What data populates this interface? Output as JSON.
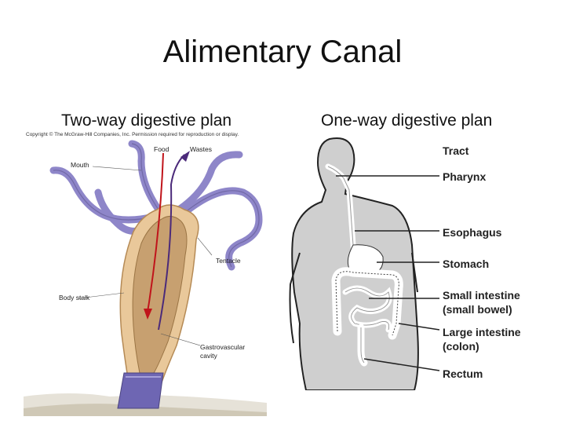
{
  "slide": {
    "title": "Alimentary Canal",
    "left_subtitle": "Two-way digestive plan",
    "right_subtitle": "One-way digestive plan"
  },
  "hydra_figure": {
    "copyright": "Copyright © The McGraw-Hill Companies, Inc. Permission required for reproduction or display.",
    "labels": {
      "food": "Food",
      "wastes": "Wastes",
      "mouth": "Mouth",
      "tentacle": "Tentacle",
      "body_stalk": "Body stalk",
      "gastro_line1": "Gastrovascular",
      "gastro_line2": "cavity"
    }
  },
  "human_figure": {
    "labels": {
      "tract": "Tract",
      "pharynx": "Pharynx",
      "esophagus": "Esophagus",
      "stomach": "Stomach",
      "small_line1": "Small intestine",
      "small_line2": "(small bowel)",
      "large_line1": "Large intestine",
      "large_line2": "(colon)",
      "rectum": "Rectum"
    }
  },
  "colors": {
    "tentacle": "#8e86c9",
    "hydra_wall": "#d7a871",
    "hydra_cavity": "#c7a070",
    "arrow_red": "#c0141b",
    "arrow_purple": "#4b2a7a",
    "body_gray": "#cfcfcf",
    "gut_white": "#ffffff"
  }
}
